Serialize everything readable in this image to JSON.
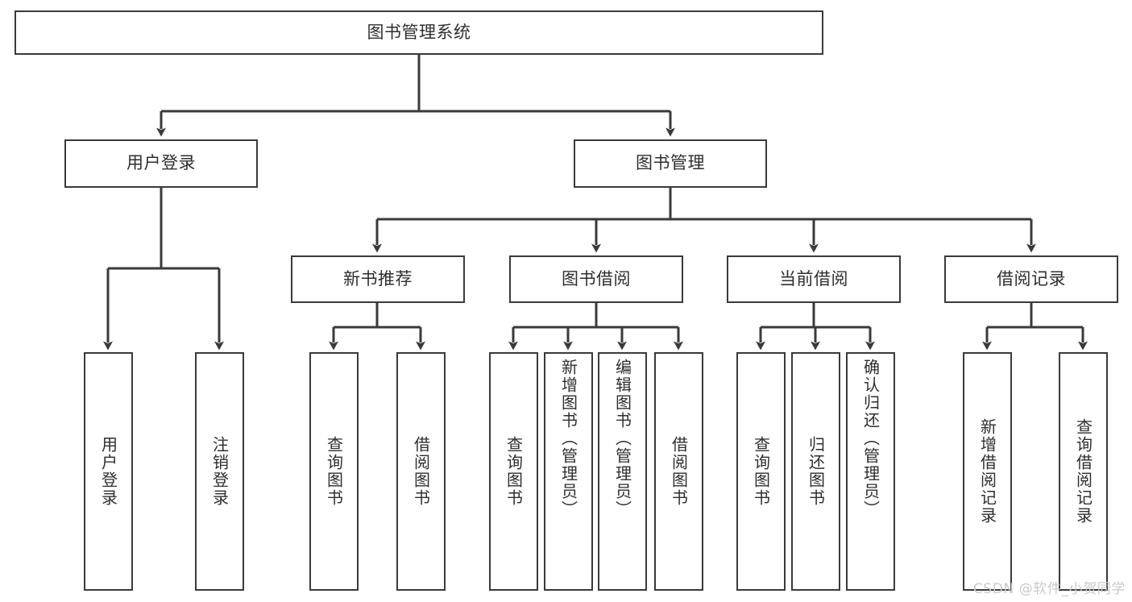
{
  "diagram": {
    "type": "tree-hierarchy",
    "title": "图书管理系统",
    "watermark": "CSDN @软件_小贺同学",
    "colors": {
      "box_border": "#3a3a3a",
      "box_fill": "#ffffff",
      "connector": "#3a3a3a",
      "text": "#2e2e2e",
      "watermark": "#c9c9c9"
    },
    "nodes": {
      "root": {
        "label": "图书管理系统",
        "level": 0
      },
      "user_login": {
        "label": "用户登录",
        "level": 1
      },
      "book_manage": {
        "label": "图书管理",
        "level": 1
      },
      "new_book_rec": {
        "label": "新书推荐",
        "level": 2
      },
      "book_borrow": {
        "label": "图书借阅",
        "level": 2
      },
      "current_borrow": {
        "label": "当前借阅",
        "level": 2
      },
      "borrow_record": {
        "label": "借阅记录",
        "level": 2
      },
      "leaf_user_login": {
        "label": "用户登录",
        "level": 3
      },
      "leaf_user_logout": {
        "label": "注销登录",
        "level": 3
      },
      "leaf_rec_query": {
        "label": "查询图书",
        "level": 3
      },
      "leaf_rec_borrow": {
        "label": "借阅图书",
        "level": 3
      },
      "leaf_borrow_query": {
        "label": "查询图书",
        "level": 3
      },
      "leaf_borrow_add": {
        "label": "新增图书（管理员）",
        "level": 3
      },
      "leaf_borrow_edit": {
        "label": "编辑图书（管理员）",
        "level": 3
      },
      "leaf_borrow_lend": {
        "label": "借阅图书",
        "level": 3
      },
      "leaf_cur_query": {
        "label": "查询图书",
        "level": 3
      },
      "leaf_cur_return": {
        "label": "归还图书",
        "level": 3
      },
      "leaf_cur_confirm": {
        "label": "确认归还（管理员）",
        "level": 3
      },
      "leaf_rec_add": {
        "label": "新增借阅记录",
        "level": 3
      },
      "leaf_rec_search": {
        "label": "查询借阅记录",
        "level": 3
      }
    },
    "edges": [
      {
        "from": "root",
        "to": "user_login"
      },
      {
        "from": "root",
        "to": "book_manage"
      },
      {
        "from": "user_login",
        "to": "leaf_user_login"
      },
      {
        "from": "user_login",
        "to": "leaf_user_logout"
      },
      {
        "from": "book_manage",
        "to": "new_book_rec"
      },
      {
        "from": "book_manage",
        "to": "book_borrow"
      },
      {
        "from": "book_manage",
        "to": "current_borrow"
      },
      {
        "from": "book_manage",
        "to": "borrow_record"
      },
      {
        "from": "new_book_rec",
        "to": "leaf_rec_query"
      },
      {
        "from": "new_book_rec",
        "to": "leaf_rec_borrow"
      },
      {
        "from": "book_borrow",
        "to": "leaf_borrow_query"
      },
      {
        "from": "book_borrow",
        "to": "leaf_borrow_add"
      },
      {
        "from": "book_borrow",
        "to": "leaf_borrow_edit"
      },
      {
        "from": "book_borrow",
        "to": "leaf_borrow_lend"
      },
      {
        "from": "current_borrow",
        "to": "leaf_cur_query"
      },
      {
        "from": "current_borrow",
        "to": "leaf_cur_return"
      },
      {
        "from": "current_borrow",
        "to": "leaf_cur_confirm"
      },
      {
        "from": "borrow_record",
        "to": "leaf_rec_add"
      },
      {
        "from": "borrow_record",
        "to": "leaf_rec_search"
      }
    ]
  }
}
